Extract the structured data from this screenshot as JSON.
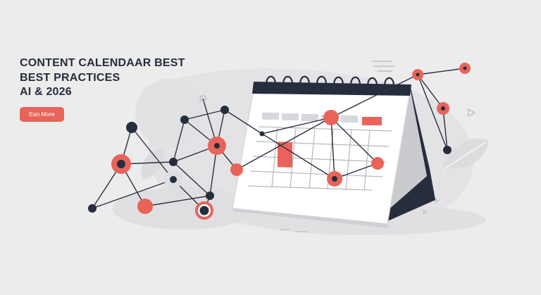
{
  "hero": {
    "title_lines": [
      "CONTENT CALENDAAR BEST",
      "BEST PRACTICES",
      "AI & 2026"
    ],
    "cta_label": "Ean More"
  },
  "colors": {
    "background": "#ececed",
    "text": "#272d3b",
    "accent": "#e8645a",
    "navy": "#262d3d"
  },
  "icons": [
    "calendar-illustration",
    "network-graph",
    "leaf-icon",
    "play-triangle-icon",
    "sparkle-lines-icon"
  ]
}
